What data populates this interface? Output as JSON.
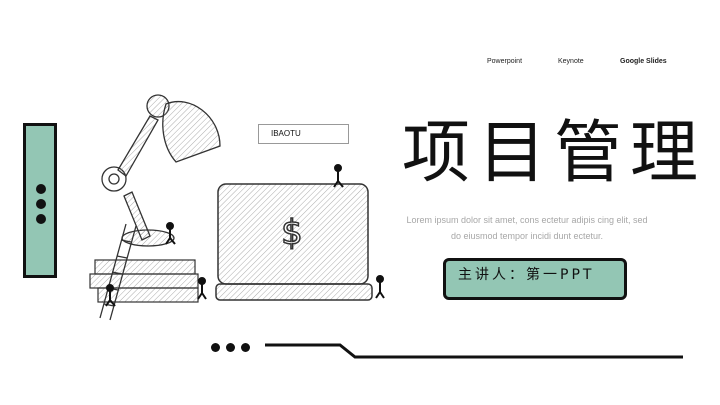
{
  "nav": {
    "items": [
      "Powerpoint",
      "Keynote",
      "Google Slides"
    ]
  },
  "brand": "IBAOTU",
  "title": "项目管理",
  "description": "Lorem ipsum dolor sit amet, cons ectetur adipis cing elit, sed do eiusmod tempor incidi dunt ectetur.",
  "presenter": "主讲人：第一PPT",
  "colors": {
    "accent": "#93c6b4",
    "ink": "#111111",
    "muted": "#a7a7a7"
  },
  "icons": [
    "desk-lamp-icon",
    "laptop-icon",
    "dollar-icon",
    "ladder-icon",
    "books-icon",
    "person-icon"
  ]
}
